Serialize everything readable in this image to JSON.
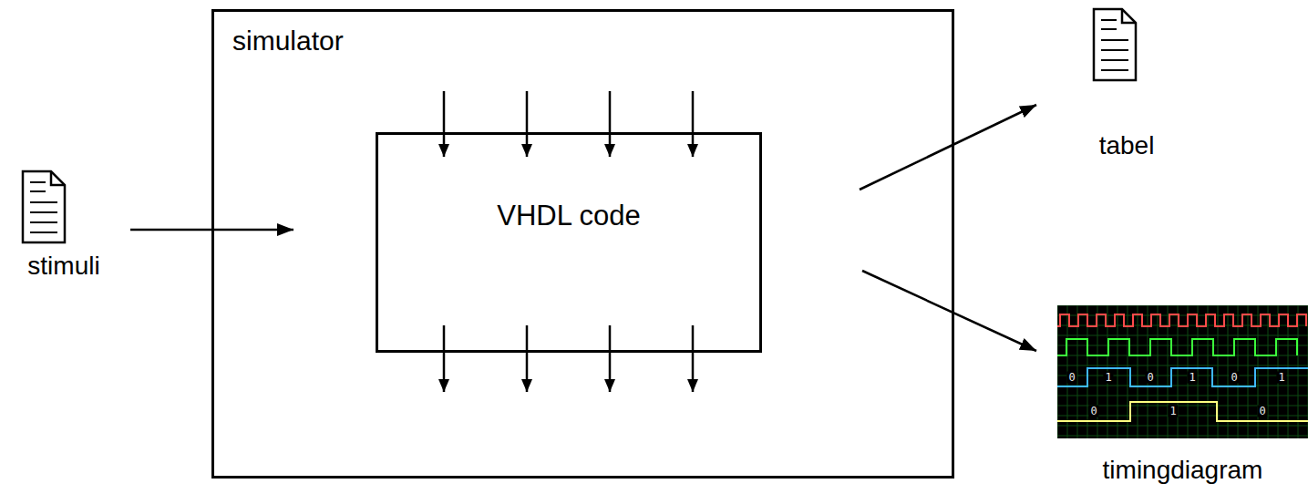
{
  "diagram": {
    "nodes": [
      {
        "text": [
          "stimuli"
        ]
      },
      {
        "text": [
          "simulator"
        ]
      },
      {
        "text": [
          "VHDL code"
        ],
        "in": 1
      },
      {
        "text": [
          "tabel"
        ]
      },
      {
        "text": [
          "timingdiagram"
        ]
      }
    ],
    "edges": [
      {
        "from": 0,
        "to": 1,
        "arrow": "to"
      },
      {
        "from": 1,
        "to": 3,
        "arrow": "to"
      },
      {
        "from": 1,
        "to": 4,
        "arrow": "to"
      }
    ],
    "labels": [
      "0",
      "1",
      "0",
      "1",
      "0",
      "1",
      "0",
      "1",
      "0"
    ]
  }
}
